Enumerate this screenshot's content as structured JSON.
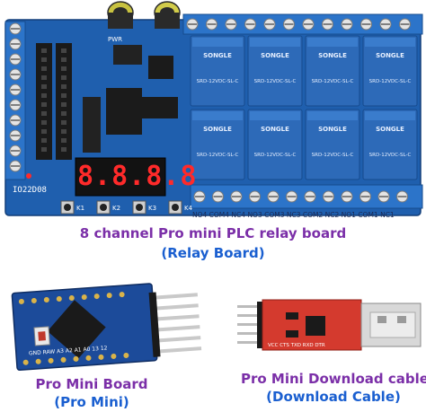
{
  "colors": {
    "caption_purple": "#7b2fa8",
    "caption_blue": "#1a5fd0",
    "relay_blue": "#2d6ab8",
    "board_blue": "#1f5fae",
    "pcb_red": "#d43a2e",
    "led_red": "#ff2a2a"
  },
  "relay_board": {
    "display_digits": "8.8.8.8",
    "model_label": "IO22D08",
    "pwr_label": "PWR",
    "buttons": [
      "K1",
      "K2",
      "K3",
      "K4"
    ],
    "relays": [
      {
        "brand": "SONGLE",
        "model": "SRD-12VDC-SL-C"
      },
      {
        "brand": "SONGLE",
        "model": "SRD-12VDC-SL-C"
      },
      {
        "brand": "SONGLE",
        "model": "SRD-12VDC-SL-C"
      },
      {
        "brand": "SONGLE",
        "model": "SRD-12VDC-SL-C"
      },
      {
        "brand": "SONGLE",
        "model": "SRD-12VDC-SL-C"
      },
      {
        "brand": "SONGLE",
        "model": "SRD-12VDC-SL-C"
      },
      {
        "brand": "SONGLE",
        "model": "SRD-12VDC-SL-C"
      },
      {
        "brand": "SONGLE",
        "model": "SRD-12VDC-SL-C"
      }
    ],
    "terminal_labels": "NO4 COM4 NC4 NO3 COM3 NC3 COM2 NC2 NO1 COM1 NC1"
  },
  "captions": {
    "relay_title": "8 channel Pro mini PLC relay board",
    "relay_sub": "(Relay Board)",
    "promini_title": "Pro Mini Board",
    "promini_sub": "(Pro Mini)",
    "cable_title": "Pro Mini Download cable",
    "cable_sub": "(Download Cable)"
  },
  "promini": {
    "pin_labels": [
      "GND",
      "RAW",
      "A3",
      "A2",
      "A1",
      "A0",
      "13",
      "12"
    ]
  },
  "cable": {
    "pin_labels": [
      "VCC",
      "CTS",
      "TXD",
      "RXD",
      "DTR"
    ]
  }
}
